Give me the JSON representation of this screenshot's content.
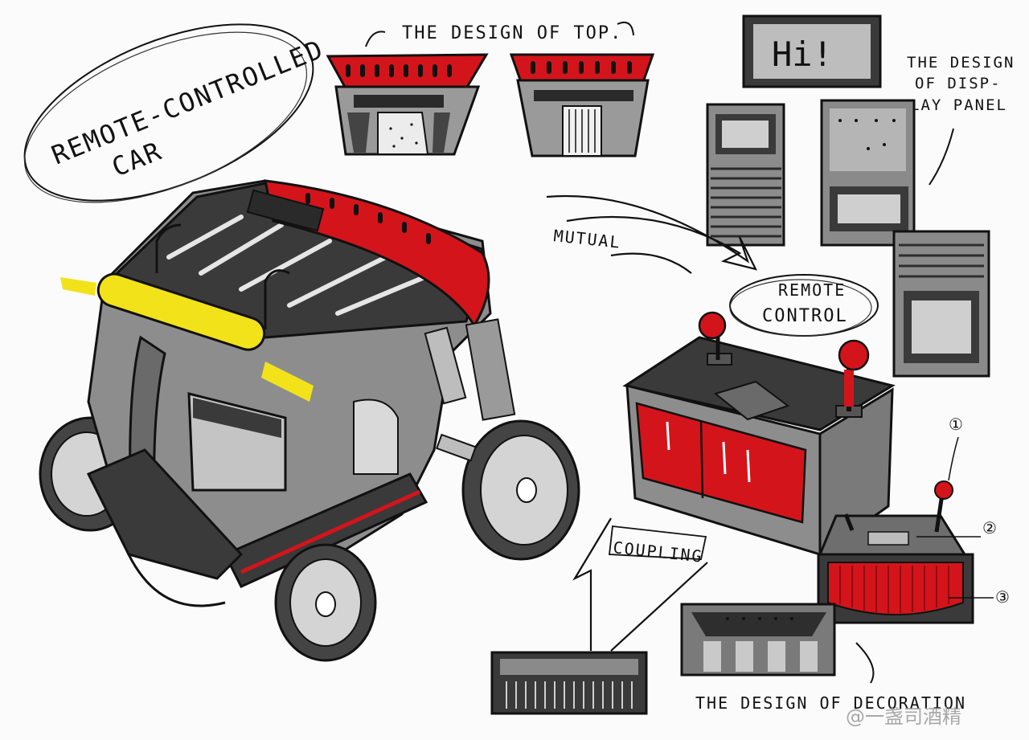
{
  "labels": {
    "title_line1": "REMOTE-CONTROLLED",
    "title_line2": "CAR",
    "design_top": "THE DESIGN OF TOP.",
    "display_line1": "THE DESIGN",
    "display_line2": "OF DISP-",
    "display_line3": "LAY PANEL",
    "display_screen_text": "Hi!",
    "mutual": "MUTUAL",
    "remote_line1": "REMOTE",
    "remote_line2": "CONTROL",
    "coupling": "COUPLING",
    "decoration": "THE DESIGN OF DECORATION",
    "callout_1": "①",
    "callout_2": "②",
    "callout_3": "③",
    "watermark": "@一盏司酒精"
  },
  "colors": {
    "ink": "#111111",
    "red": "#d4141b",
    "grey_dark": "#3a3a3a",
    "grey_mid": "#8c8c8c",
    "grey_light": "#c9c9c9",
    "yellow": "#f2e21a",
    "paper": "#fbfbfb"
  }
}
